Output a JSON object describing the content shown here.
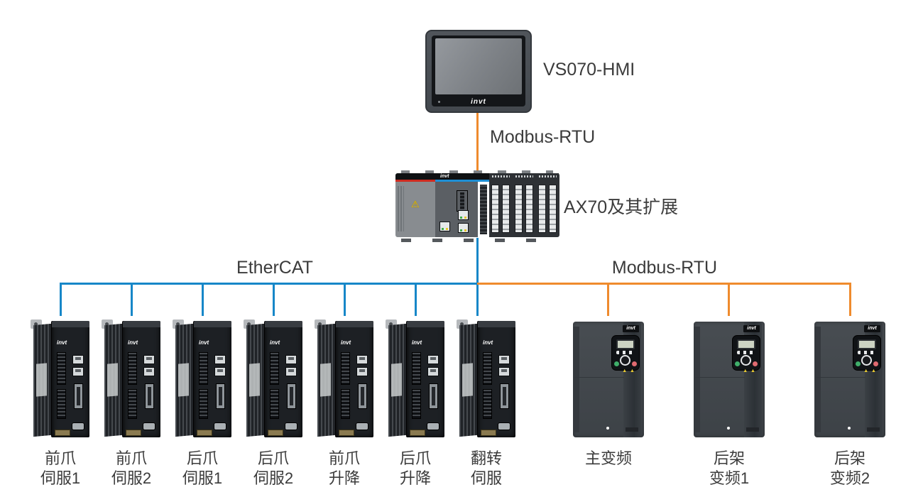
{
  "brand": "invt",
  "icons": {
    "warning": "⚠",
    "indicator_triangles": "▲ ▲"
  },
  "colors": {
    "ethercat_bus": "#1787C8",
    "modbus_bus": "#EF8B2D",
    "label_text": "#3B3B3B"
  },
  "nodes": {
    "hmi": {
      "label": "VS070-HMI"
    },
    "plc": {
      "label": "AX70及其扩展"
    }
  },
  "buses": {
    "hmi_plc": {
      "label": "Modbus-RTU"
    },
    "ethercat": {
      "label": "EtherCAT"
    },
    "modbus": {
      "label": "Modbus-RTU"
    }
  },
  "servos": [
    {
      "line1": "前爪",
      "line2": "伺服1"
    },
    {
      "line1": "前爪",
      "line2": "伺服2"
    },
    {
      "line1": "后爪",
      "line2": "伺服1"
    },
    {
      "line1": "后爪",
      "line2": "伺服2"
    },
    {
      "line1": "前爪",
      "line2": "升降"
    },
    {
      "line1": "后爪",
      "line2": "升降"
    },
    {
      "line1": "翻转",
      "line2": "伺服"
    }
  ],
  "vfds": [
    {
      "line1": "主变频",
      "line2": ""
    },
    {
      "line1": "后架",
      "line2": "变频1"
    },
    {
      "line1": "后架",
      "line2": "变频2"
    }
  ]
}
